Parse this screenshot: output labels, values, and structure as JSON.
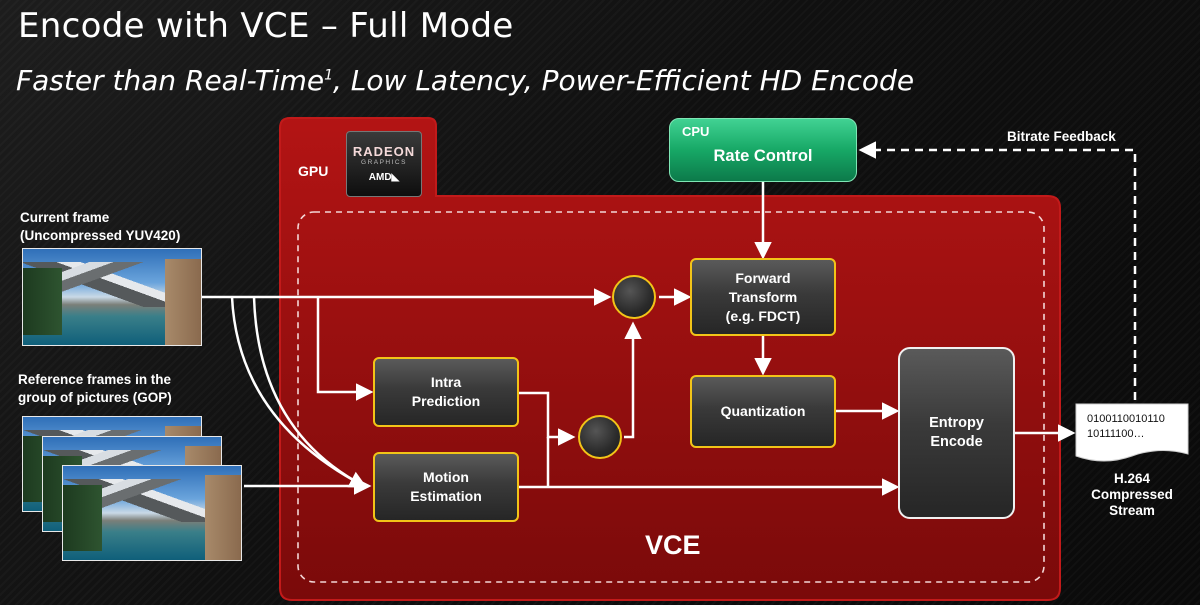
{
  "slide": {
    "title": "Encode with VCE – Full Mode",
    "subtitle": "Faster than Real-Time",
    "subtitle_sup": "1",
    "subtitle_rest": ", Low Latency, Power-Efficient  HD Encode"
  },
  "gpu": {
    "label": "GPU",
    "logo_line1": "RADEON",
    "logo_line2": "GRAPHICS",
    "logo_line3": "AMD◣"
  },
  "cpu": {
    "label": "CPU",
    "rate_control": "Rate Control"
  },
  "vce": {
    "label": "VCE"
  },
  "blocks": {
    "forward_transform": [
      "Forward",
      "Transform",
      "(e.g. FDCT)"
    ],
    "quantization": "Quantization",
    "intra_prediction": [
      "Intra",
      "Prediction"
    ],
    "motion_estimation": [
      "Motion",
      "Estimation"
    ],
    "entropy_encode": [
      "Entropy",
      "Encode"
    ]
  },
  "inputs": {
    "current_frame": [
      "Current frame",
      "(Uncompressed YUV420)"
    ],
    "reference_frames": [
      "Reference frames in the",
      "group of pictures (GOP)"
    ]
  },
  "output": {
    "bits_line1": "0100110010110",
    "bits_line2": "10111100…",
    "stream_label": [
      "H.264",
      "Compressed",
      "Stream"
    ]
  },
  "feedback": {
    "label": "Bitrate Feedback"
  },
  "colors": {
    "accent": "#f2c418",
    "gpu_red": "#a50d0d",
    "cpu_green": "#1f9a63",
    "arrow": "#ffffff"
  }
}
